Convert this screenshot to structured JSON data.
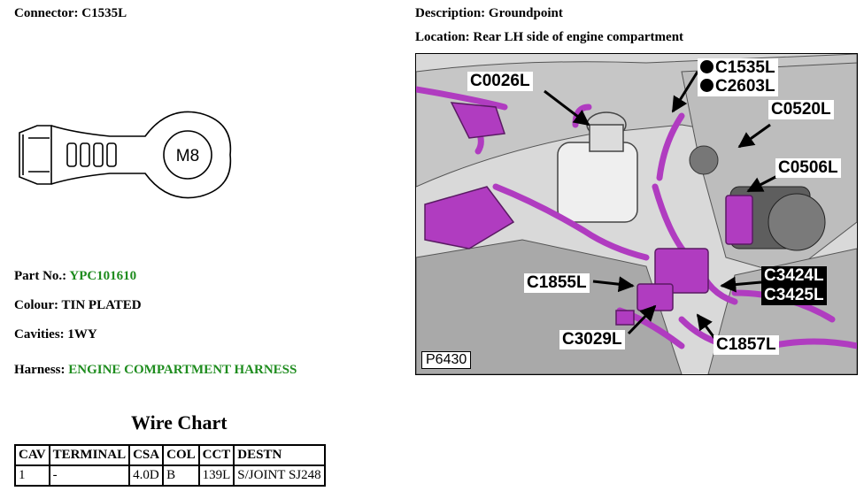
{
  "connector": {
    "label": "Connector:",
    "value": "C1535L"
  },
  "description": {
    "label": "Description:",
    "value": "Groundpoint"
  },
  "location": {
    "label": "Location:",
    "value": "Rear LH side of engine compartment"
  },
  "terminal_drawing": {
    "stud_label": "M8"
  },
  "part_no": {
    "label": "Part No.:",
    "value": "YPC101610"
  },
  "colour": {
    "label": "Colour:",
    "value": "TIN PLATED"
  },
  "cavities": {
    "label": "Cavities:",
    "value": "1WY"
  },
  "harness": {
    "label": "Harness:",
    "value": "ENGINE COMPARTMENT HARNESS"
  },
  "wire_chart": {
    "title": "Wire Chart",
    "headers": [
      "CAV",
      "TERMINAL",
      "CSA",
      "COL",
      "CCT",
      "DESTN"
    ],
    "rows": [
      [
        "1",
        "-",
        "4.0D",
        "B",
        "139L",
        "S/JOINT SJ248"
      ]
    ]
  },
  "photo": {
    "figure_id": "P6430",
    "callouts": {
      "c0026l": "C0026L",
      "c1535l": "C1535L",
      "c2603l": "C2603L",
      "c0520l": "C0520L",
      "c0506l": "C0506L",
      "c1855l": "C1855L",
      "c3424l": "C3424L",
      "c3425l": "C3425L",
      "c3029l": "C3029L",
      "c1857l": "C1857L"
    }
  },
  "colors": {
    "harness_green": "#1e8c1e",
    "wiring_magenta": "#b03cc0"
  }
}
